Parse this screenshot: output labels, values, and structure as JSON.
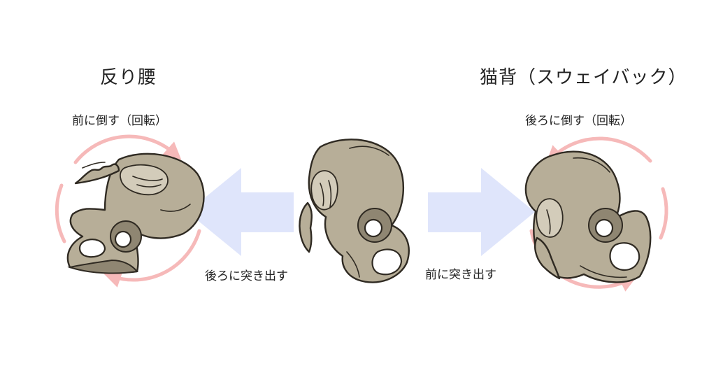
{
  "left": {
    "title": "反り腰",
    "rotation": "前に倒す（回転）",
    "push": "後ろに突き出す"
  },
  "right": {
    "title": "猫背（スウェイバック）",
    "rotation": "後ろに倒す（回転）",
    "push": "前に突き出す"
  },
  "colors": {
    "arrow": "#dfe5fb",
    "rotation": "#f6b9b9",
    "bone": "#b7ae98",
    "outline": "#2f2a22"
  }
}
